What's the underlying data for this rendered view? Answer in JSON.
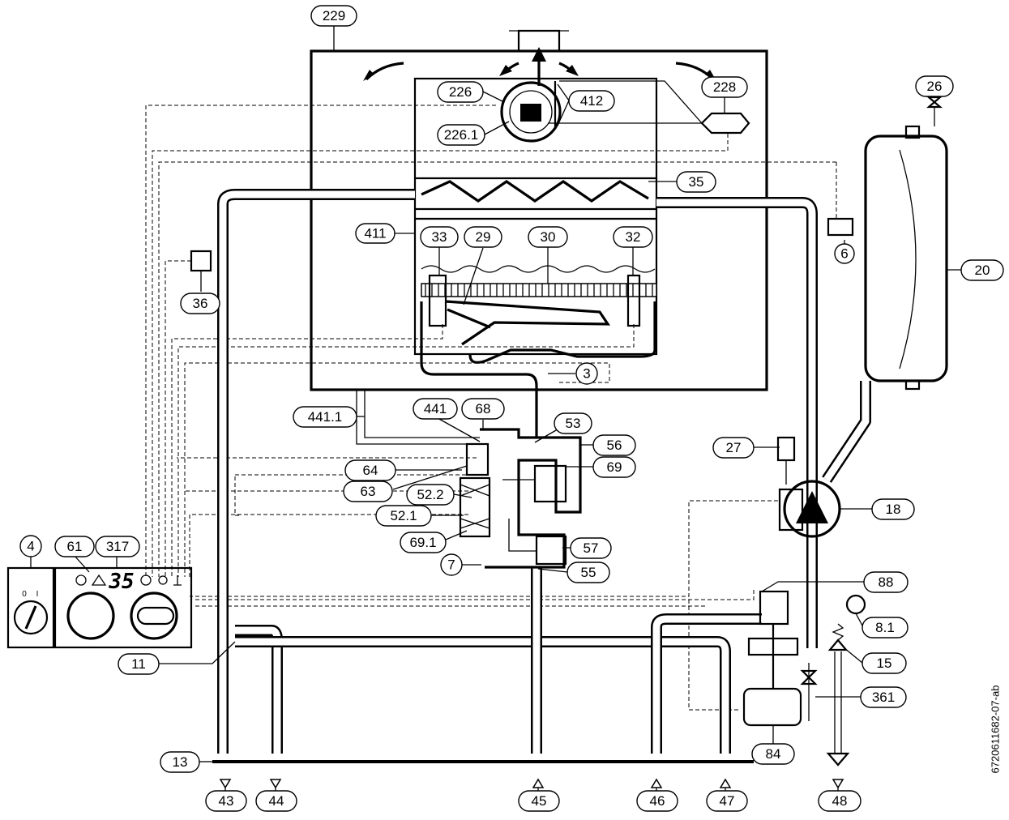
{
  "labels": {
    "l229": "229",
    "l226": "226",
    "l226_1": "226.1",
    "l412": "412",
    "l228": "228",
    "l26": "26",
    "l35": "35",
    "l20": "20",
    "l6": "6",
    "l411": "411",
    "l33": "33",
    "l29": "29",
    "l30": "30",
    "l32": "32",
    "l36": "36",
    "l3": "3",
    "l441_1": "441.1",
    "l441": "441",
    "l68": "68",
    "l53": "53",
    "l56": "56",
    "l69": "69",
    "l27": "27",
    "l64": "64",
    "l63": "63",
    "l52_2": "52.2",
    "l18": "18",
    "l52_1": "52.1",
    "l69_1": "69.1",
    "l57": "57",
    "l4": "4",
    "l61": "61",
    "l317": "317",
    "l7": "7",
    "l55": "55",
    "l88": "88",
    "l8_1": "8.1",
    "l11": "11",
    "l15": "15",
    "l361": "361",
    "l84": "84",
    "l13": "13",
    "l43": "43",
    "l44": "44",
    "l45": "45",
    "l46": "46",
    "l47": "47",
    "l48": "48"
  },
  "display": {
    "value": "35"
  },
  "switch_marks": {
    "off": "0",
    "on": "I"
  },
  "document_id": "6720611682-07-ab",
  "colors": {
    "line": "#000000",
    "background": "#ffffff"
  }
}
